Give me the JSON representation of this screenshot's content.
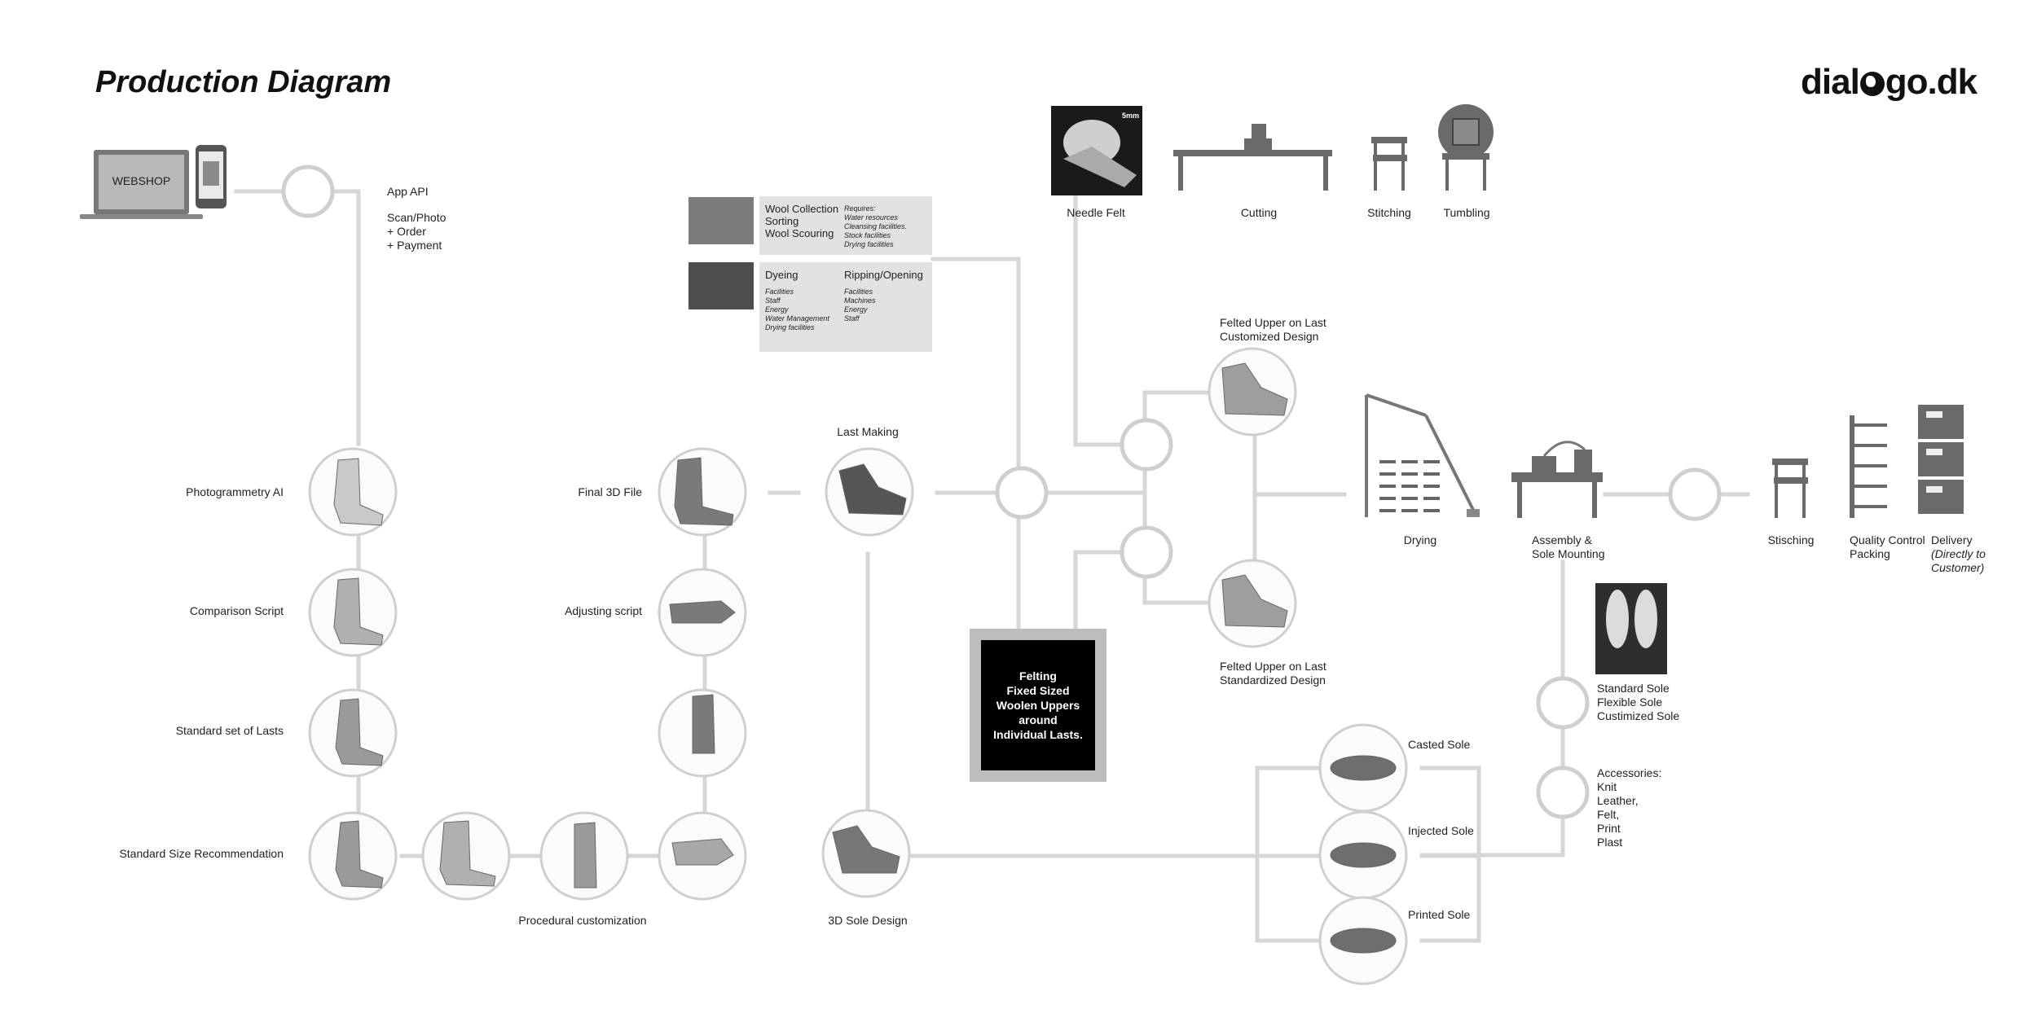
{
  "title": "Production Diagram",
  "logo": {
    "text_a": "dial",
    "text_b": "go.dk"
  },
  "webshop": {
    "screen_label": "WEBSHOP"
  },
  "app_api": {
    "title": "App API",
    "line1": "Scan/Photo",
    "line2": "+ Order",
    "line3": "+ Payment"
  },
  "left_column": {
    "photogrammetry": "Photogrammetry AI",
    "comparison": "Comparison Script",
    "standard_lasts": "Standard set of Lasts",
    "size_recommendation": "Standard Size Recommendation"
  },
  "middle_column": {
    "final_3d": "Final 3D File",
    "adjusting": "Adjusting script",
    "procedural": "Procedural customization"
  },
  "last_making": "Last Making",
  "sole_design": "3D Sole Design",
  "wool_box1": {
    "items": [
      "Wool Collection",
      "Sorting",
      "Wool Scouring"
    ],
    "req_title": "Requires:",
    "reqs": [
      "Water resources",
      "Cleansing facilities.",
      "Stock facilities",
      "Drying facilities"
    ]
  },
  "wool_box2": {
    "col1_title": "Dyeing",
    "col1_items": [
      "Facilities",
      "Staff",
      "Energy",
      "Water Management",
      "Drying facilities"
    ],
    "col2_title": "Ripping/Opening",
    "col2_items": [
      "Facilities",
      "Machines",
      "Energy",
      "Staff"
    ]
  },
  "felting": {
    "lines": [
      "Felting",
      "Fixed Sized",
      "Woolen Uppers",
      "around",
      "Individual Lasts."
    ]
  },
  "needle_felt": {
    "label": "Needle Felt",
    "badge": "5mm"
  },
  "cutting": "Cutting",
  "stitching_top": "Stitching",
  "tumbling": "Tumbling",
  "felted_custom": {
    "line1": "Felted Upper on Last",
    "line2": "Customized Design"
  },
  "felted_std": {
    "line1": "Felted Upper on Last",
    "line2": "Standardized Design"
  },
  "drying": "Drying",
  "assembly": {
    "line1": "Assembly &",
    "line2": "Sole Mounting"
  },
  "stisching": "Stisching",
  "quality": {
    "line1": "Quality Control",
    "line2": "Packing"
  },
  "delivery": {
    "line1": "Delivery",
    "line2": "(Directly to",
    "line3": "Customer)"
  },
  "soles": {
    "casted": "Casted Sole",
    "injected": "Injected Sole",
    "printed": "Printed Sole"
  },
  "sole_types": {
    "line1": "Standard Sole",
    "line2": "Flexible Sole",
    "line3": "Custimized Sole"
  },
  "accessories": {
    "title": "Accessories:",
    "items": [
      "Knit",
      "Leather,",
      "Felt,",
      "Print",
      "Plast"
    ]
  },
  "colors": {
    "line": "#d6d6d6",
    "circle_stroke": "#cfcfcf",
    "icon_dark": "#555555",
    "icon_mid": "#7a7a7a",
    "box_bg": "#e2e2e2"
  }
}
